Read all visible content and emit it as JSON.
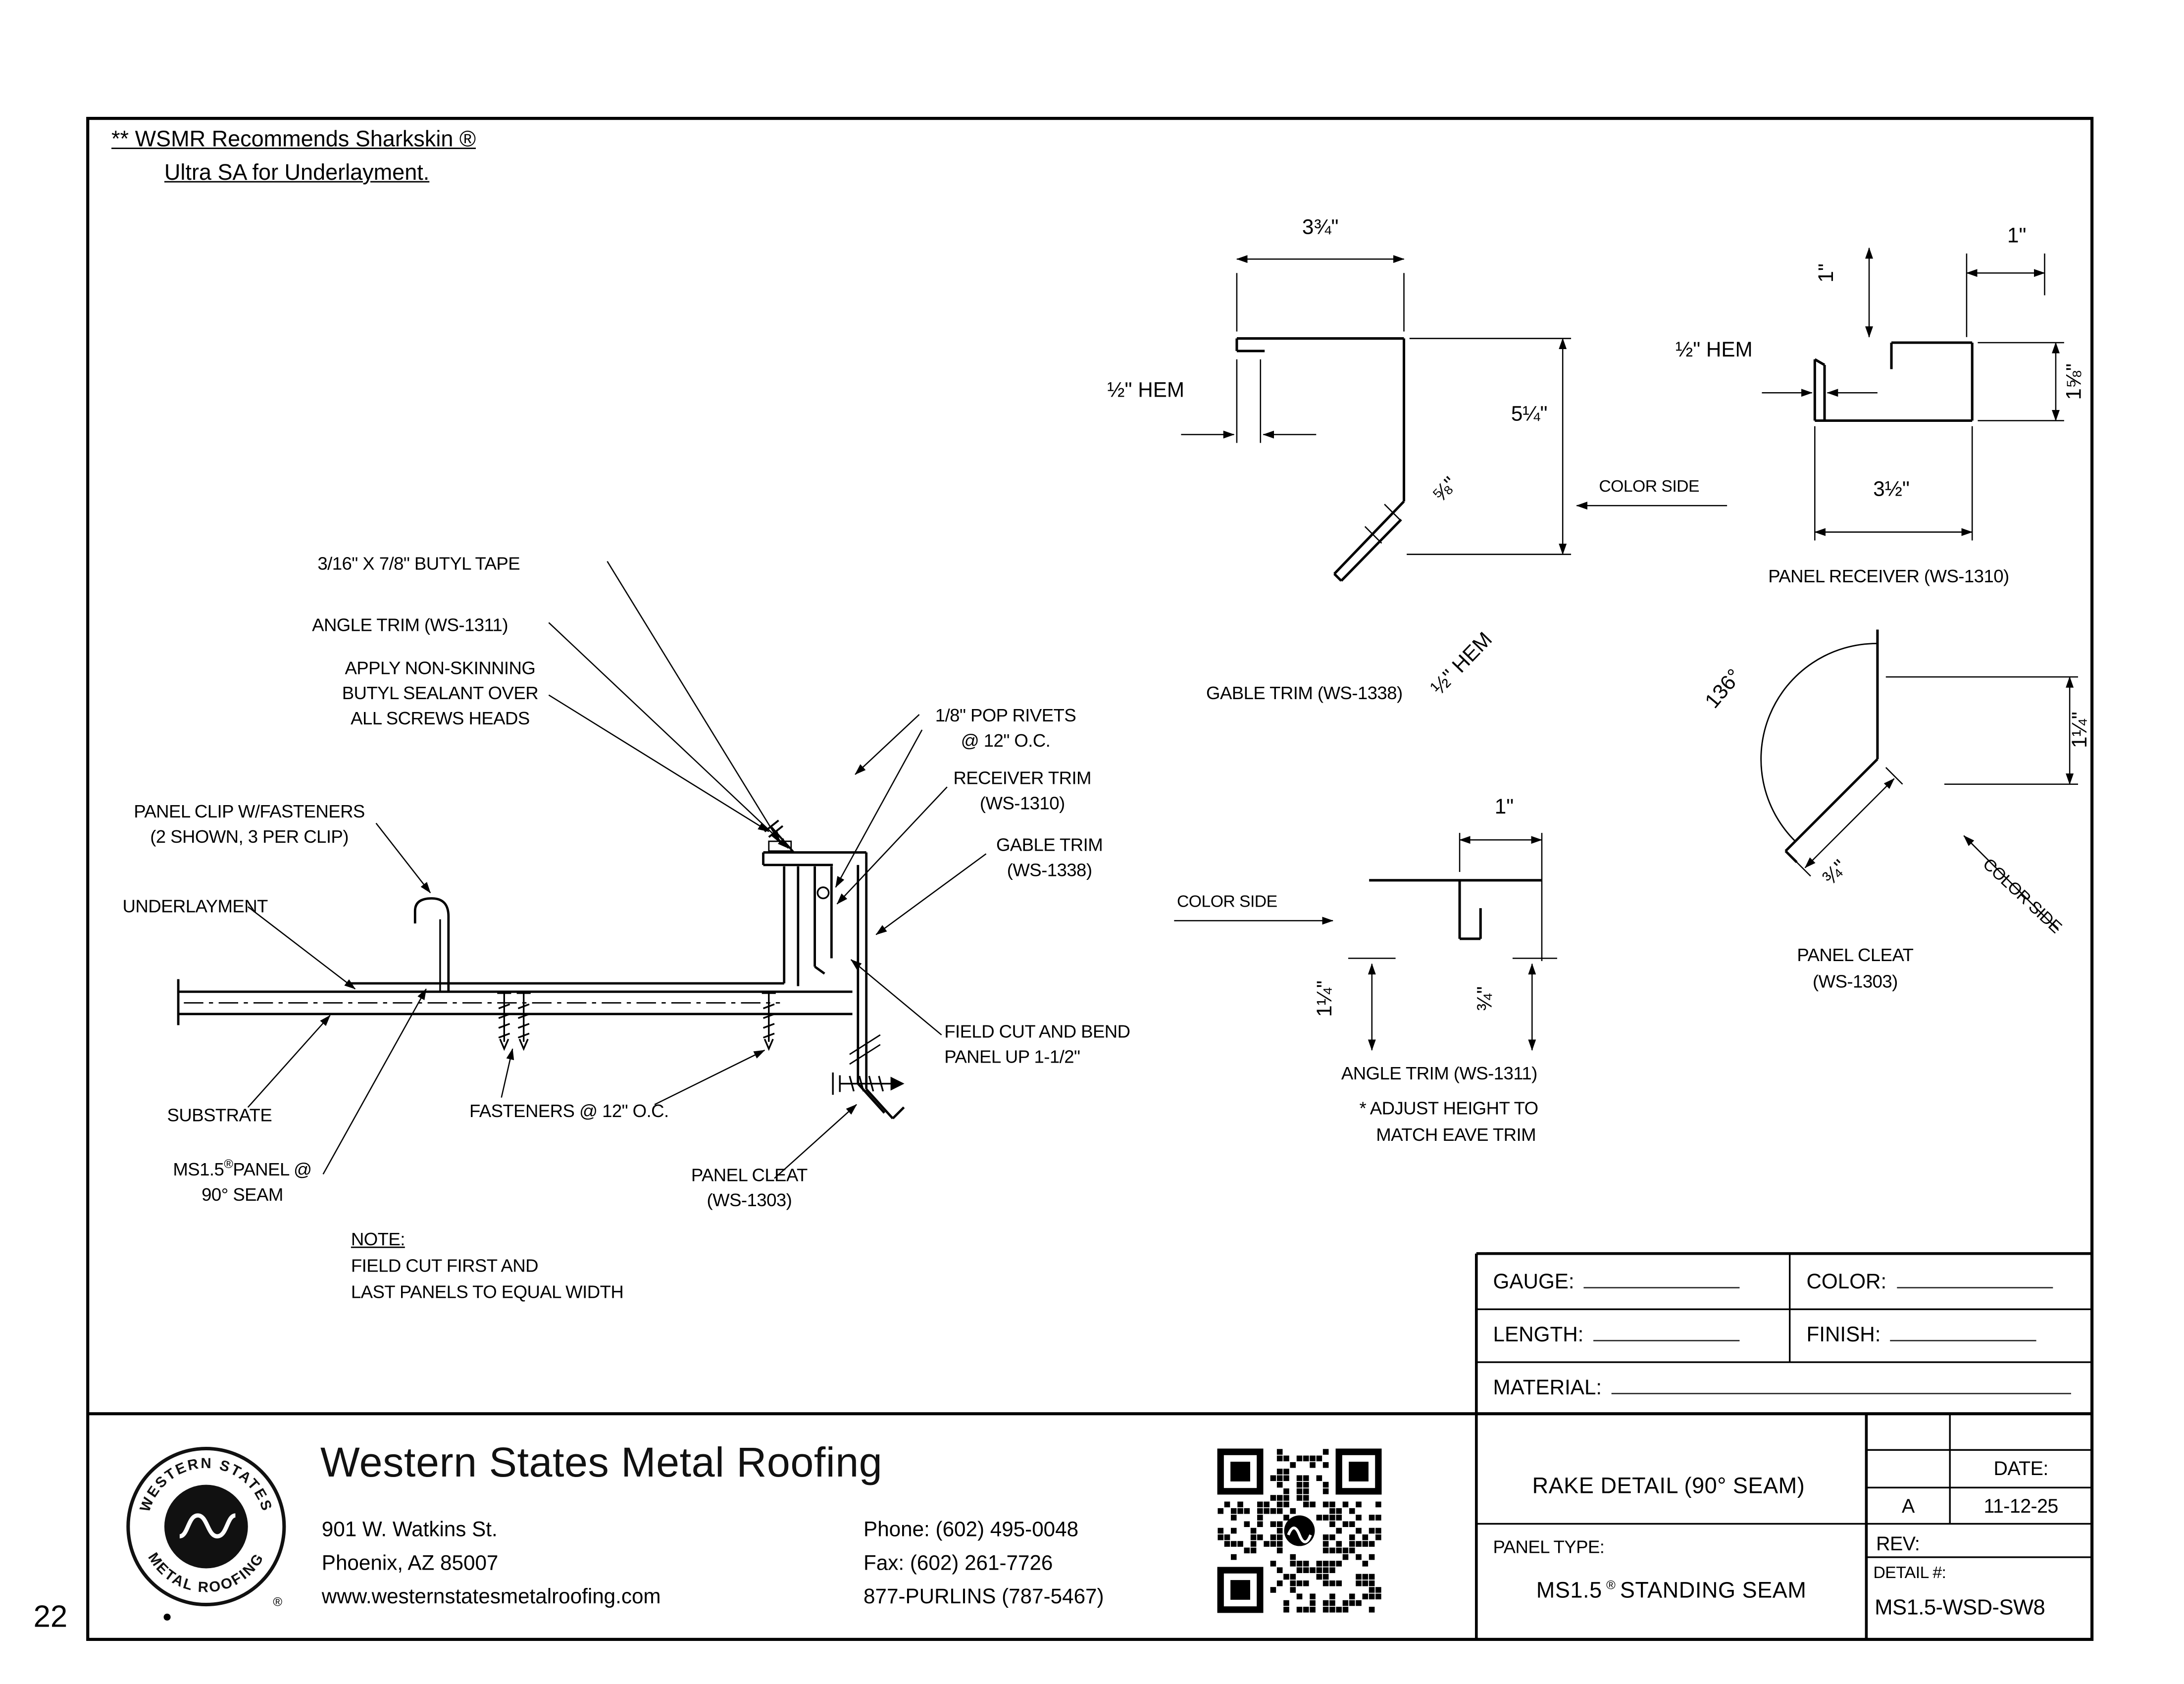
{
  "sheet": {
    "page_number": "22",
    "note_line1": "** WSMR Recommends Sharkskin ®",
    "note_line2": "Ultra SA for Underlayment."
  },
  "detail_labels": {
    "butyl_tape": "3/16\" X 7/8\" BUTYL TAPE",
    "angle_trim": "ANGLE TRIM (WS-1311)",
    "sealant_1": "APPLY NON-SKINNING",
    "sealant_2": "BUTYL SEALANT OVER",
    "sealant_3": "ALL SCREWS HEADS",
    "pop_rivets_1": "1/8\" POP RIVETS",
    "pop_rivets_2": "@ 12\" O.C.",
    "receiver_trim_1": "RECEIVER TRIM",
    "receiver_trim_2": "(WS-1310)",
    "gable_trim_1": "GABLE TRIM",
    "gable_trim_2": "(WS-1338)",
    "panel_clip_1": "PANEL CLIP W/FASTENERS",
    "panel_clip_2": "(2 SHOWN, 3 PER CLIP)",
    "underlayment": "UNDERLAYMENT",
    "substrate": "SUBSTRATE",
    "panel_name": "MS1.5",
    "panel_reg": "®",
    "panel_rest": "PANEL @",
    "panel_line2": "90° SEAM",
    "fasteners": "FASTENERS @ 12\" O.C.",
    "field_cut_1": "FIELD CUT AND BEND",
    "field_cut_2": "PANEL UP 1-1/2\"",
    "panel_cleat_1": "PANEL CLEAT",
    "panel_cleat_2": "(WS-1303)",
    "note_title": "NOTE:",
    "note_1": "FIELD CUT FIRST AND",
    "note_2": "LAST PANELS TO EQUAL WIDTH"
  },
  "gable_profile": {
    "dim_width": "3¾\"",
    "hem_left": "½\" HEM",
    "dim_height": "5¼\"",
    "dim_hem_offset": "⅝\"",
    "hem_diag": "½\" HEM",
    "color_side": "COLOR SIDE",
    "caption": "GABLE TRIM (WS-1338)"
  },
  "receiver_profile": {
    "dim_top": "1\"",
    "dim_left": "1\"",
    "hem": "½\" HEM",
    "dim_right": "1⅝\"",
    "dim_bottom": "3½\"",
    "caption": "PANEL RECEIVER (WS-1310)"
  },
  "cleat_profile": {
    "angle": "136°",
    "dim_vertical": "1¼\"",
    "dim_leg": "¾\"",
    "color_side": "COLOR SIDE",
    "caption_1": "PANEL CLEAT",
    "caption_2": "(WS-1303)"
  },
  "angle_trim_profile": {
    "color_side": "COLOR SIDE",
    "dim_top": "1\"",
    "dim_left": "1¼\"",
    "dim_right": "¾\"",
    "caption": "ANGLE TRIM (WS-1311)",
    "note_1": "* ADJUST HEIGHT TO",
    "note_2": "MATCH EAVE TRIM"
  },
  "spec_form": {
    "gauge": "GAUGE:",
    "color": "COLOR:",
    "length": "LENGTH:",
    "finish": "FINISH:",
    "material": "MATERIAL:"
  },
  "title_block": {
    "company": "Western States Metal Roofing",
    "address_1": "901 W. Watkins St.",
    "address_2": "Phoenix, AZ 85007",
    "website": "www.westernstatesmetalroofing.com",
    "phone": "Phone: (602) 495-0048",
    "fax": "Fax: (602) 261-7726",
    "toll_free": "877-PURLINS (787-5467)",
    "detail_title": "RAKE DETAIL (90° SEAM)",
    "panel_type_label": "PANEL TYPE:",
    "panel_type_name": "MS1.5",
    "panel_type_reg": "®",
    "panel_type_rest": "STANDING SEAM",
    "date_label": "DATE:",
    "date_value": "11-12-25",
    "rev_label": "REV:",
    "rev_value": "A",
    "detail_number_label": "DETAIL #:",
    "detail_number_value": "MS1.5-WSD-SW8",
    "logo_arc_top": "WESTERN STATES",
    "logo_arc_bottom": "METAL ROOFING",
    "logo_reg": "®"
  }
}
